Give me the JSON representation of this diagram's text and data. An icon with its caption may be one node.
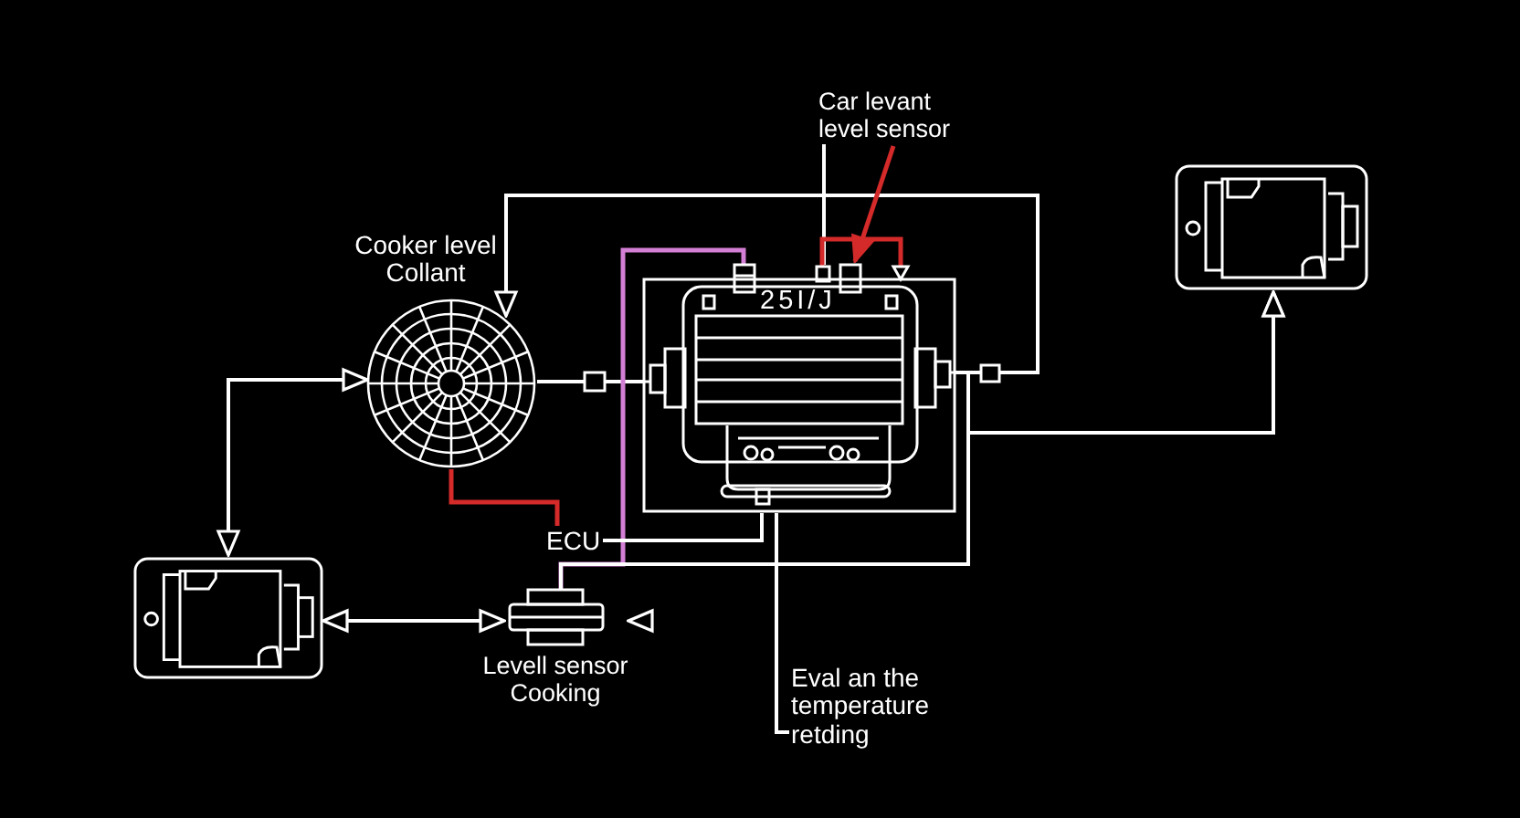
{
  "diagram": {
    "nodes": [
      {
        "text": [
          "Car levant level sensor"
        ]
      },
      {
        "text": [],
        "shape": "picture"
      },
      {
        "text": [
          "Cooker level Collant"
        ]
      },
      {
        "text": [
          "25I/J"
        ]
      },
      {
        "text": [
          "ECU"
        ]
      },
      {
        "text": [],
        "shape": "picture"
      },
      {
        "text": [
          "Levell sensor Cooking"
        ]
      },
      {
        "text": [
          "Eval an the temperature retding"
        ]
      }
    ],
    "edges": [
      {
        "from": 3,
        "to": 2,
        "arrow": "to"
      },
      {
        "from": 2,
        "to": 3,
        "arrow": "none"
      },
      {
        "from": 5,
        "to": 2,
        "arrow": "both"
      },
      {
        "from": 5,
        "to": 6,
        "arrow": "both"
      },
      {
        "from": null,
        "to": 6,
        "arrow": "to"
      },
      {
        "from": 6,
        "to": 3,
        "arrow": "none",
        "color": "#d47fd6"
      },
      {
        "from": 6,
        "to": 1,
        "arrow": "to"
      },
      {
        "from": 3,
        "to": 1,
        "arrow": "to"
      },
      {
        "from": 4,
        "to": 3,
        "arrow": "none"
      },
      {
        "from": 2,
        "to": 4,
        "arrow": "none",
        "color": "#d42a2a"
      },
      {
        "from": 0,
        "to": 3,
        "arrow": "to",
        "color": "#d42a2a"
      },
      {
        "from": 0,
        "to": 3,
        "arrow": "none"
      },
      {
        "from": 7,
        "to": 3,
        "arrow": "none"
      },
      {
        "from": 3,
        "to": 3,
        "arrow": "none",
        "color": "#d42a2a"
      }
    ]
  }
}
